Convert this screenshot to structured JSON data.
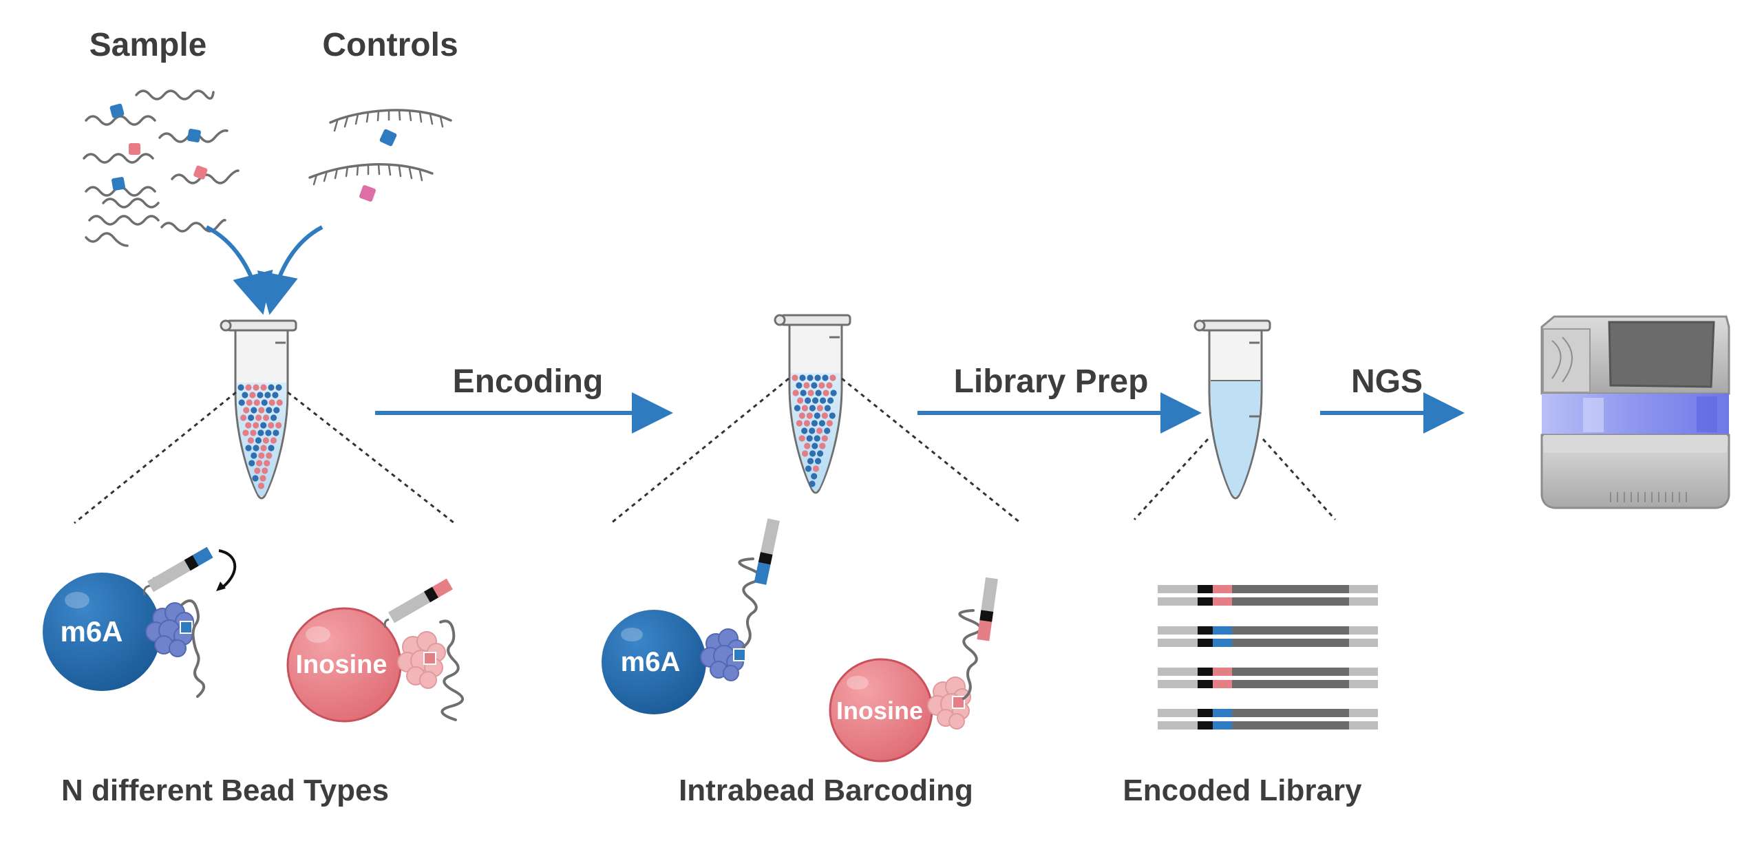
{
  "labels": {
    "sample": "Sample",
    "controls": "Controls",
    "encoding": "Encoding",
    "library_prep": "Library Prep",
    "ngs": "NGS",
    "bead_types": "N different Bead Types",
    "intrabead": "Intrabead Barcoding",
    "encoded_library": "Encoded Library"
  },
  "beads": {
    "m6a": "m6A",
    "inosine": "Inosine"
  },
  "colors": {
    "arrow": "#2f7bbf",
    "m6a_bead": "#2166a8",
    "inosine_bead": "#e57f86",
    "modification_blue": "#2f7bbf",
    "modification_pink": "#e87b86",
    "control_pink": "#dd6fa6",
    "antibody_blue": "#6f82cc",
    "antibody_pink": "#f2b6b8",
    "tube_liquid": "#cfe6f5",
    "sequencer_glow": "#9aa3f2",
    "text": "#3d3d3d"
  },
  "icons": [
    "rna-strand-icon",
    "dna-control-icon",
    "tube-icon",
    "bead-icon",
    "antibody-icon",
    "barcode-oligo-icon",
    "sequencer-icon",
    "arrow-icon"
  ]
}
